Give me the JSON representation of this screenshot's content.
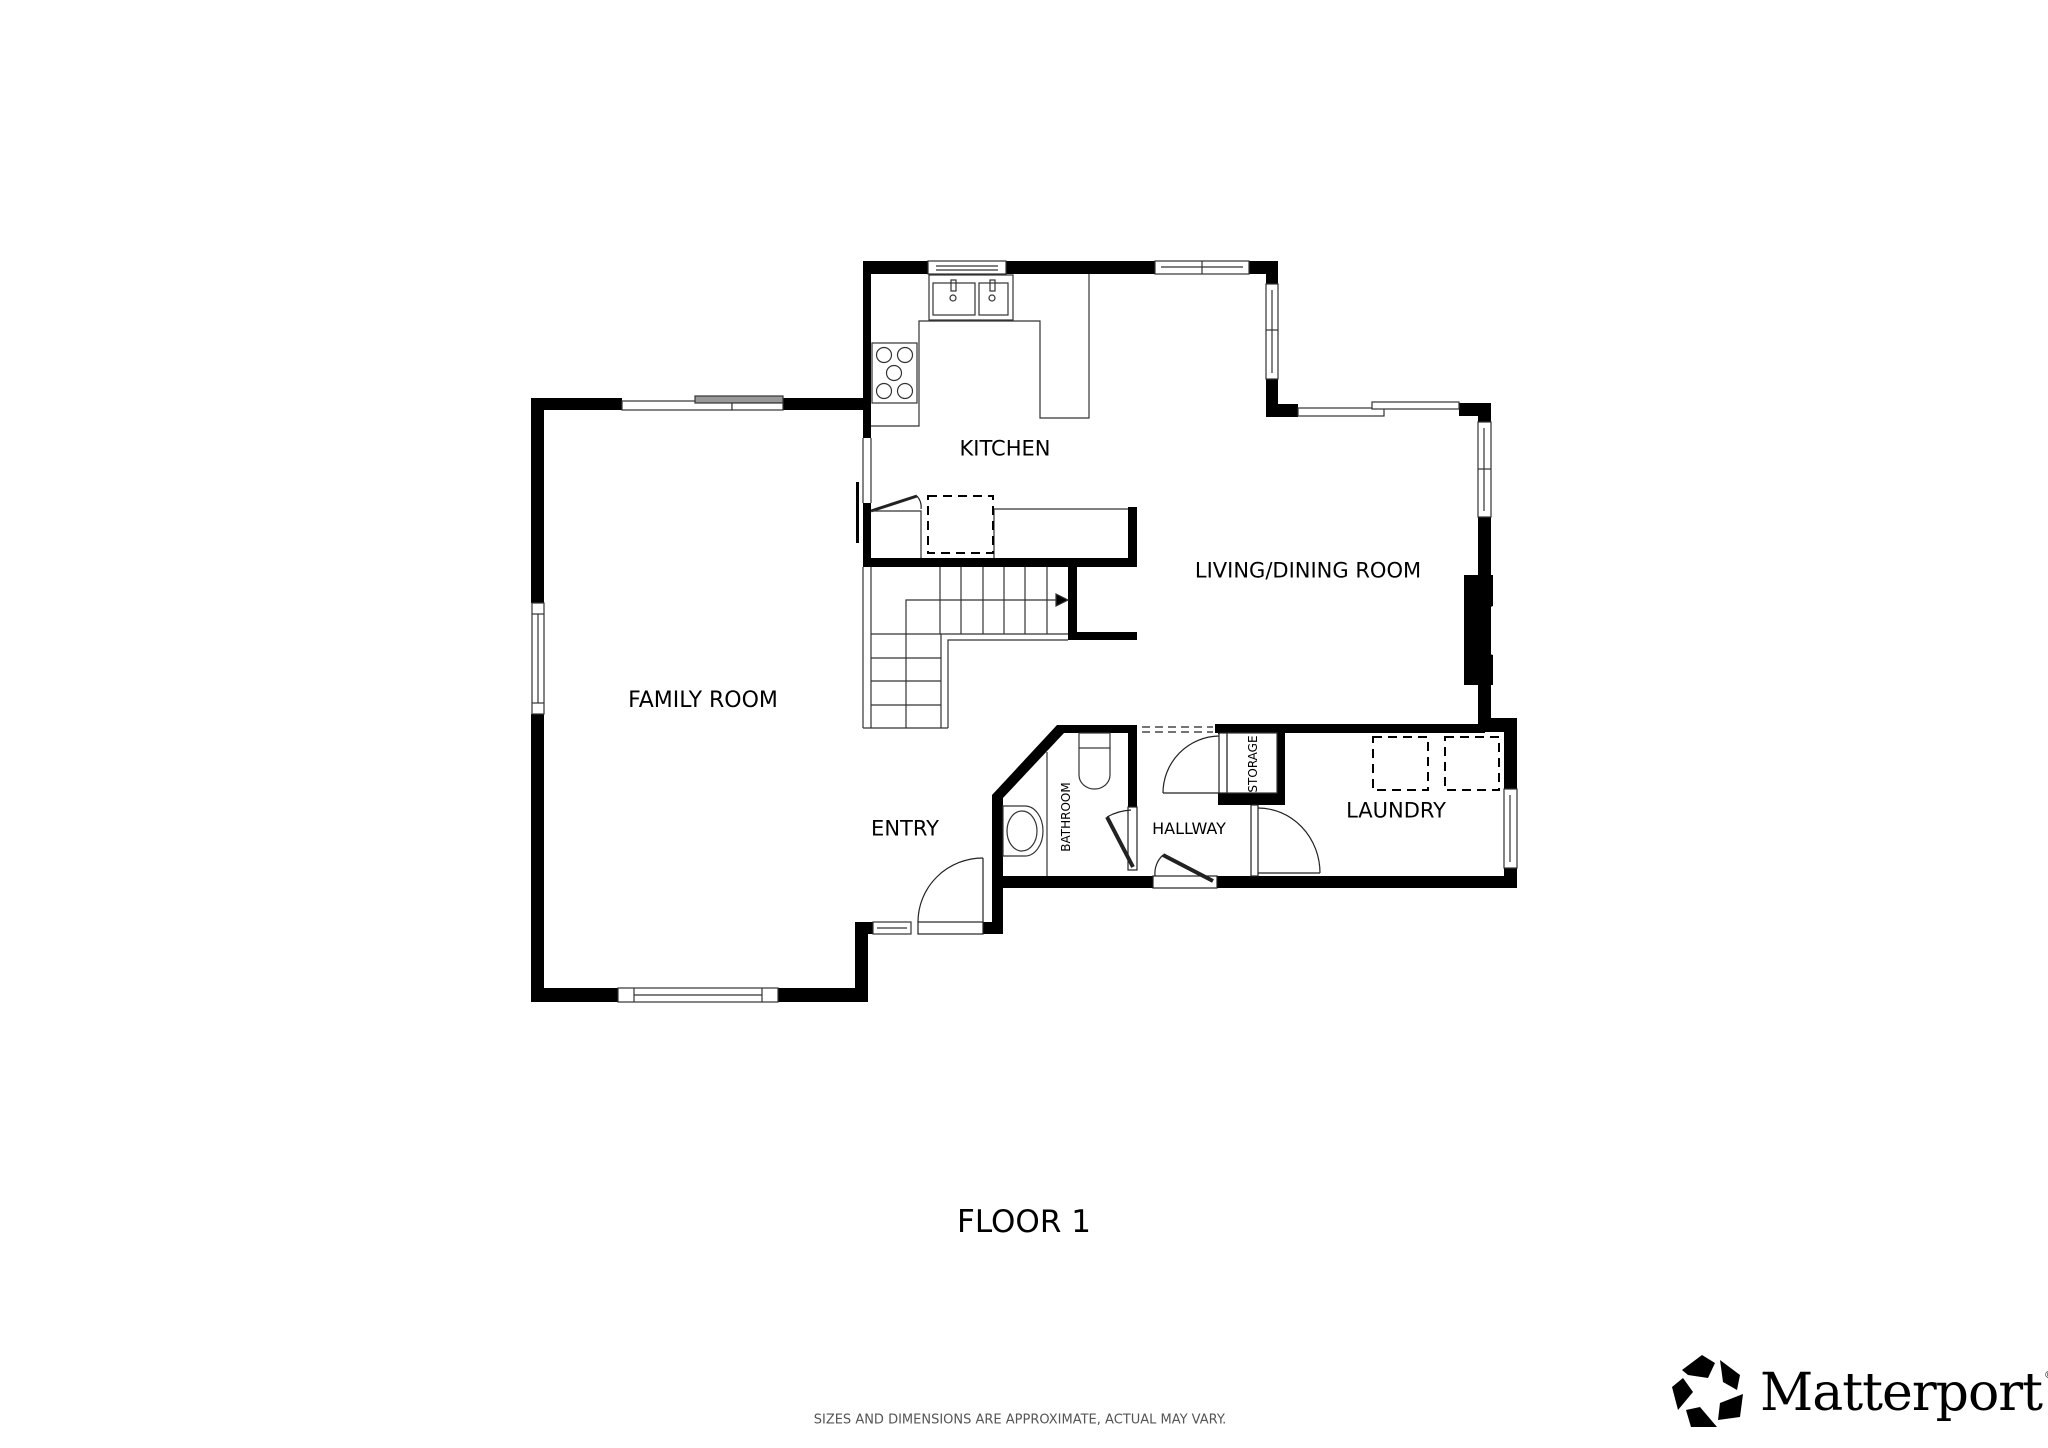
{
  "floorplan": {
    "floor_title": "FLOOR 1",
    "rooms": {
      "kitchen": "KITCHEN",
      "living_dining": "LIVING/DINING ROOM",
      "family_room": "FAMILY ROOM",
      "entry": "ENTRY",
      "bathroom": "BATHROOM",
      "hallway": "HALLWAY",
      "storage": "STORAGE",
      "laundry": "LAUNDRY"
    },
    "disclaimer": "SIZES AND DIMENSIONS ARE APPROXIMATE, ACTUAL MAY VARY.",
    "wall_color": "#000000",
    "line_color": "#333333",
    "background": "#ffffff"
  },
  "brand": {
    "name": "Matterport",
    "registered_mark": "®",
    "logo_icon": "matterport-logo-icon"
  }
}
